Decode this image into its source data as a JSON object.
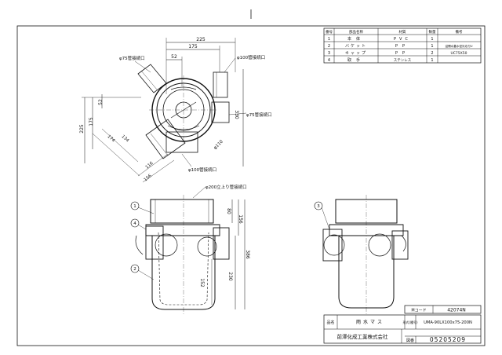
{
  "parts_table": {
    "headers": [
      "番号",
      "部品名称",
      "材質",
      "数量",
      "備考"
    ],
    "rows": [
      [
        "1",
        "本体",
        "PVC",
        "1",
        ""
      ],
      [
        "2",
        "バケット",
        "PP",
        "1",
        "溢開水蓋水密対応付U"
      ],
      [
        "3",
        "キャップ",
        "PP",
        "2",
        "UC75X50"
      ],
      [
        "4",
        "取手",
        "ステンレス",
        "1",
        ""
      ]
    ]
  },
  "title_block": {
    "code_label": "Mコード",
    "code_value": "42074N",
    "name_label": "品名",
    "name_value": "雨水マス",
    "model_label": "形式(種号)",
    "model_value": "UMA-90LX100x75-200N",
    "company": "前澤化成工業株式会社",
    "drawing_no_label": "図番",
    "drawing_no": "05205209"
  },
  "dimensions": {
    "top_225": "225",
    "top_175": "175",
    "top_52": "52",
    "left_52": "52",
    "left_175": "175",
    "left_225": "225",
    "right_330": "330",
    "diag_174": "174",
    "diag_134": "134",
    "diag_116": "116",
    "diag_156": "156",
    "diag_110": "φ110",
    "front_80": "80",
    "front_156": "156",
    "front_386": "386",
    "front_152": "152",
    "front_230": "230"
  },
  "callouts": {
    "pipe75_a": "φ75管接続口",
    "pipe100_a": "φ100管接続口",
    "pipe75_b": "φ75管接続口",
    "pipe100_b": "φ100管接続口",
    "riser200": "φ200立上り管接続口"
  },
  "balloons": [
    "1",
    "2",
    "3",
    "4"
  ]
}
